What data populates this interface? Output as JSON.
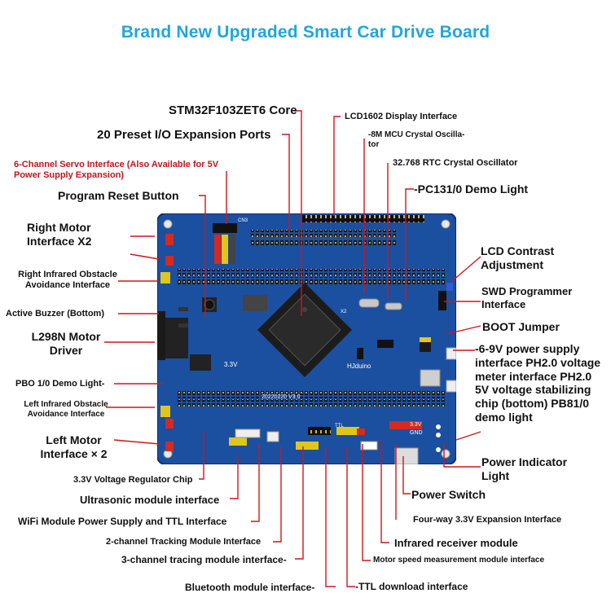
{
  "title": "Brand New Upgraded Smart Car Drive Board",
  "colors": {
    "title": "#1fa6e0",
    "arrow": "#d4141a",
    "board": "#1b4fa0",
    "label_red": "#c0161a"
  },
  "labels": {
    "core": "STM32F103ZET6 Core",
    "io_ports": "20 Preset I/O Expansion Ports",
    "servo": "6-Channel Servo Interface (Also Available for 5V Power Supply Expansion)",
    "reset": "Program Reset Button",
    "right_motor": "Right Motor Interface X2",
    "right_ir": "Right Infrared Obstacle Avoidance Interface",
    "buzzer": "Active Buzzer (Bottom)",
    "l298n": "L298N Motor Driver",
    "pbo_light": "PBO 1/0 Demo Light-",
    "left_ir": "Left Infrared Obstacle Avoidance Interface",
    "left_motor": "Left Motor Interface × 2",
    "regulator": "3.3V Voltage Regulator Chip",
    "ultrasonic": "Ultrasonic module interface",
    "wifi": "WiFi Module Power Supply and TTL Interface",
    "tracking2": "2-channel Tracking Module Interface",
    "tracing3": "3-channel tracing module interface-",
    "bluetooth": "Bluetooth module interface-",
    "lcd1602": "LCD1602 Display Interface",
    "mcu_crystal": "-8M MCU Crystal Oscilla-tor",
    "rtc_crystal": "32.768 RTC Crystal Oscillator",
    "pc13_light": "-PC131/0 Demo Light",
    "lcd_contrast": "LCD Contrast Adjustment",
    "swd": "SWD Programmer Interface",
    "boot": "BOOT Jumper",
    "power_desc": "-6-9V power supply interface PH2.0 voltage meter interface PH2.0 5V voltage stabilizing chip (bottom) PB81/0 demo light",
    "power_indicator": "Power Indicator Light",
    "power_switch": "Power Switch",
    "expansion33": "Four-way 3.3V Expansion Interface",
    "ir_receiver": "Infrared receiver module",
    "motor_speed": "Motor speed measurement module interface",
    "ttl_download": "-TTL download interface"
  },
  "board": {
    "version": "20220220  V3.0",
    "brand": "HJduino",
    "v33": "3.3V",
    "v33b": "3.3V",
    "gnd": "GND",
    "cn3": "CN3",
    "x2": "X2",
    "ttl": "TTL"
  }
}
